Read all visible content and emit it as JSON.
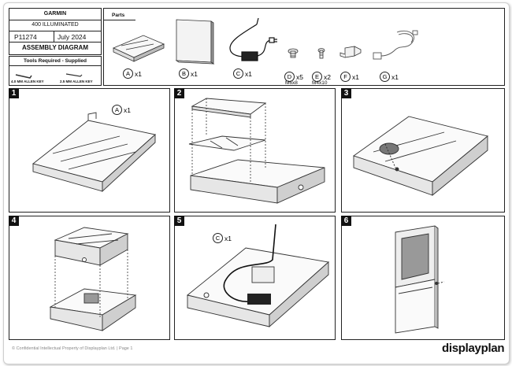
{
  "title_block": {
    "brand": "GARMIN",
    "product": "400 ILLUMINATED",
    "part_no": "P11274",
    "date": "July 2024",
    "doc_type": "ASSEMBLY DIAGRAM"
  },
  "tools": {
    "heading": "Tools Required - Supplied",
    "items": [
      "4.0 MM ALLEN KEY",
      "2.5 MM ALLEN KEY"
    ]
  },
  "parts": {
    "heading": "Parts",
    "items": [
      {
        "letter": "A",
        "qty": "x1",
        "spec": ""
      },
      {
        "letter": "B",
        "qty": "x1",
        "spec": ""
      },
      {
        "letter": "C",
        "qty": "x1",
        "spec": ""
      },
      {
        "letter": "D",
        "qty": "x5",
        "spec": "M6x8"
      },
      {
        "letter": "E",
        "qty": "x2",
        "spec": "M4x10"
      },
      {
        "letter": "F",
        "qty": "x1",
        "spec": ""
      },
      {
        "letter": "G",
        "qty": "x1",
        "spec": ""
      }
    ]
  },
  "steps": [
    {
      "number": "1",
      "callout_letter": "A",
      "callout_qty": "x1"
    },
    {
      "number": "2"
    },
    {
      "number": "3"
    },
    {
      "number": "4"
    },
    {
      "number": "5",
      "callout_letter": "C",
      "callout_qty": "x1"
    },
    {
      "number": "6"
    }
  ],
  "footer": {
    "confidential": "© Confidential Intellectual Property of Displayplan Ltd. | Page 1",
    "logo": "displayplan"
  }
}
